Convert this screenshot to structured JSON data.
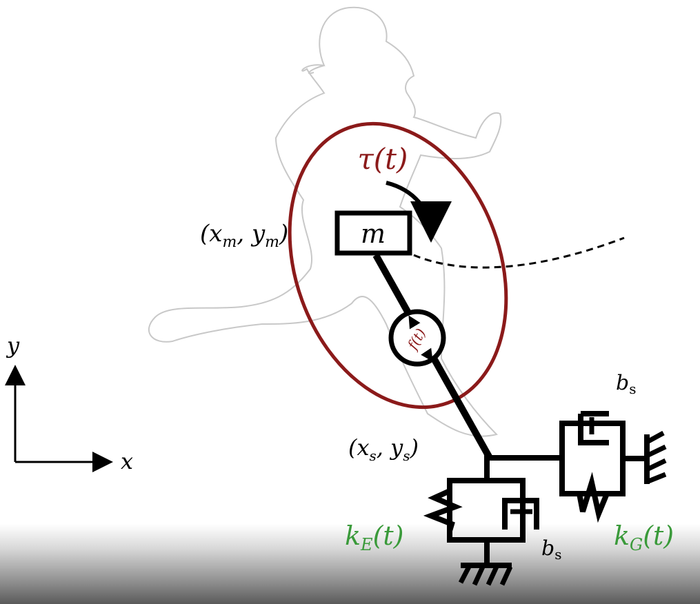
{
  "colors": {
    "torque": "#8b1a1a",
    "stiffness": "#3a9a3a",
    "ink": "#000000",
    "silhouette": "#c8c8c8"
  },
  "labels": {
    "torque": "τ(t)",
    "mass": "m",
    "mass_position": "(x",
    "mass_position_sub_x": "m",
    "mass_position_mid": ", y",
    "mass_position_sub_y": "m",
    "mass_position_close": ")",
    "force": "f(t)",
    "foot_position": "(x",
    "foot_position_sub_x": "s",
    "foot_position_mid": ", y",
    "foot_position_sub_y": "s",
    "foot_position_close": ")",
    "damping_top": "b",
    "damping_top_sub": "s",
    "damping_bottom": "b",
    "damping_bottom_sub": "s",
    "stiffness_e": "k",
    "stiffness_e_sub": "E",
    "stiffness_e_arg": "(t)",
    "stiffness_g": "k",
    "stiffness_g_sub": "G",
    "stiffness_g_arg": "(t)",
    "axis_x": "x",
    "axis_y": "y"
  }
}
